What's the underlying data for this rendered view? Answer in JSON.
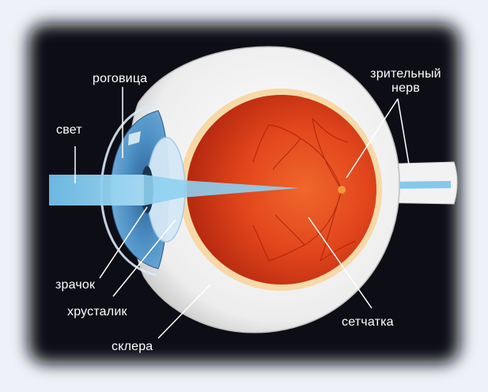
{
  "labels": {
    "cornea": "роговица",
    "light": "свет",
    "optic_nerve_line1": "зрительный",
    "optic_nerve_line2": "нерв",
    "pupil": "зрачок",
    "lens": "хрусталик",
    "retina": "сетчатка",
    "sclera": "склера"
  },
  "colors": {
    "background": "#0d0f14",
    "frame": "#eef2f8",
    "retina": "#e2461c",
    "iris": "#4f92c6",
    "sclera": "#f4f4f4",
    "light_beam": "#7cc8ef",
    "label_text": "#ffffff"
  }
}
